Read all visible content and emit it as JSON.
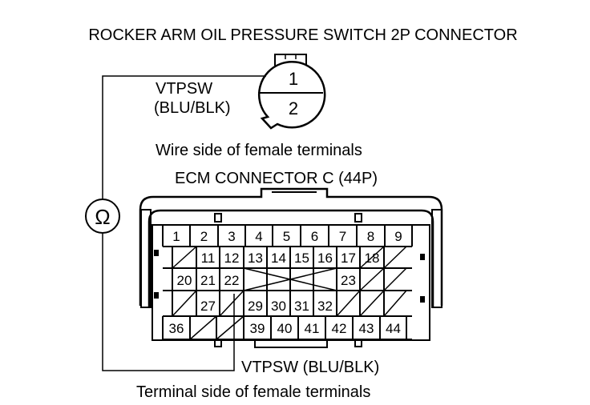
{
  "title": "ROCKER ARM OIL PRESSURE SWITCH 2P CONNECTOR",
  "switch_connector": {
    "pins": [
      "1",
      "2"
    ],
    "wire_label": "VTPSW",
    "wire_color": "(BLU/BLK)",
    "caption": "Wire side of female terminals"
  },
  "ecm_connector": {
    "title": "ECM CONNECTOR C (44P)",
    "caption": "Terminal side of female terminals",
    "probe_wire_label": "VTPSW (BLU/BLK)",
    "rows": [
      [
        "1",
        "2",
        "3",
        "4",
        "5",
        "6",
        "7",
        "8",
        "9"
      ],
      [
        "",
        "11",
        "12",
        "13",
        "14",
        "15",
        "16",
        "17",
        "18",
        ""
      ],
      [
        "20",
        "21",
        "22",
        "",
        "",
        "",
        "",
        "23",
        "",
        ""
      ],
      [
        "",
        "27",
        "",
        "29",
        "30",
        "31",
        "32",
        "",
        "",
        ""
      ],
      [
        "36",
        "",
        "",
        "39",
        "40",
        "41",
        "42",
        "43",
        "44"
      ]
    ]
  },
  "ohmmeter_symbol": "Ω"
}
